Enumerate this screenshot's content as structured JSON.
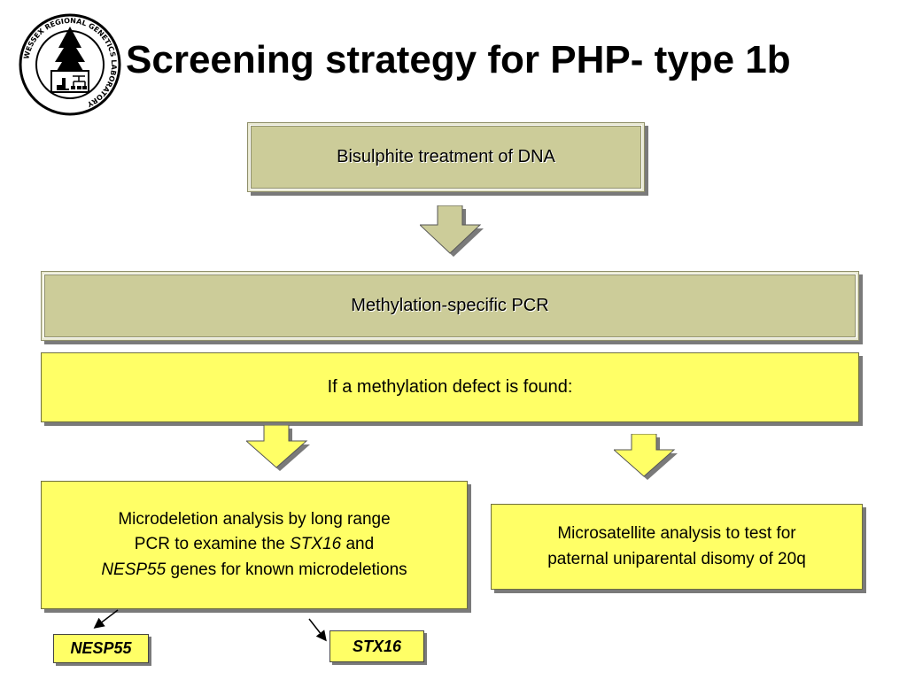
{
  "slide": {
    "title": "Screening strategy for PHP- type 1b"
  },
  "logo": {
    "text_top": "WESSEX REGIONAL GENETICS LABORATORY"
  },
  "flow": {
    "step1": "Bisulphite treatment of DNA",
    "step2": "Methylation-specific PCR",
    "step3": "If a methylation defect is found:",
    "left_branch": {
      "line1": "Microdeletion analysis by long range",
      "line2_pre": "PCR to examine the ",
      "line2_gene": "STX16",
      "line2_post": " and",
      "line3_gene": "NESP55",
      "line3_post": " genes for known microdeletions"
    },
    "right_branch": {
      "line1": "Microsatellite analysis to test for",
      "line2": "paternal uniparental disomy of 20q"
    }
  },
  "genes": {
    "left": "NESP55",
    "right": "STX16"
  },
  "colors": {
    "tan_box": "#cccc99",
    "yellow_box": "#ffff66",
    "arrow_fill": "#cccc99",
    "shadow": "#7a7a7a"
  }
}
